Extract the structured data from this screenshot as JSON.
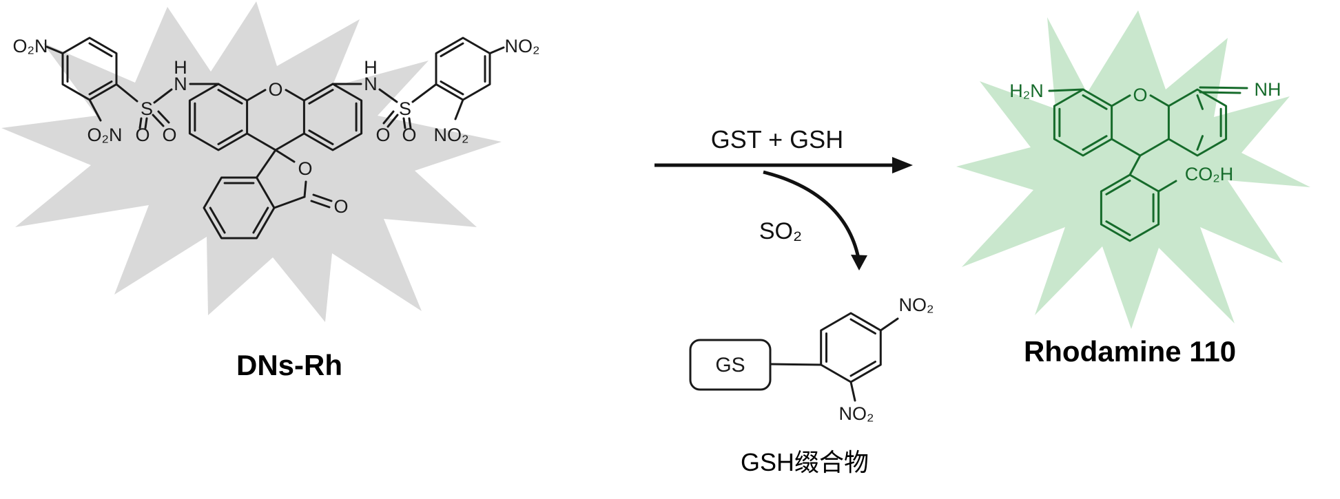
{
  "scheme": {
    "reactant": {
      "name": "DNs-Rh",
      "atoms": {
        "o2n": "O₂N",
        "no2": "NO₂",
        "s": "S",
        "n": "N",
        "h": "H",
        "o": "O"
      }
    },
    "arrow": {
      "top_label": "GST + GSH",
      "byproduct": "SO₂"
    },
    "conjugate": {
      "name": "GSH缀合物",
      "gs": "GS",
      "no2": "NO₂"
    },
    "product": {
      "name": "Rhodamine 110",
      "atoms": {
        "h2n": "H₂N",
        "nh": "NH",
        "o": "O",
        "co2h": "CO₂H"
      }
    },
    "colors": {
      "burst_gray": "#d9d9d9",
      "burst_green": "#c9e7cd",
      "reactant_stroke": "#1a1a1a",
      "product_stroke": "#166b2b"
    }
  }
}
